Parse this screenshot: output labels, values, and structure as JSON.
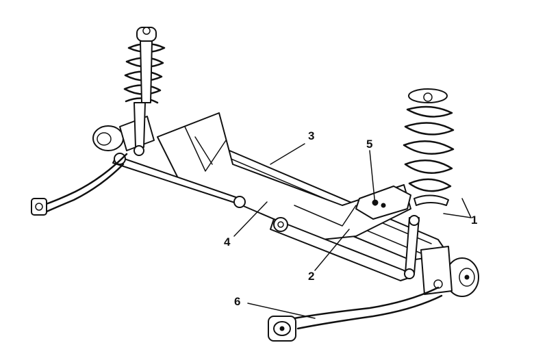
{
  "diagram": {
    "callouts": [
      {
        "id": "1",
        "label": "1"
      },
      {
        "id": "2",
        "label": "2"
      },
      {
        "id": "3",
        "label": "3"
      },
      {
        "id": "4",
        "label": "4"
      },
      {
        "id": "5",
        "label": "5"
      },
      {
        "id": "6",
        "label": "6"
      }
    ]
  },
  "colors": {
    "ink": "#111111",
    "paper": "#ffffff"
  }
}
